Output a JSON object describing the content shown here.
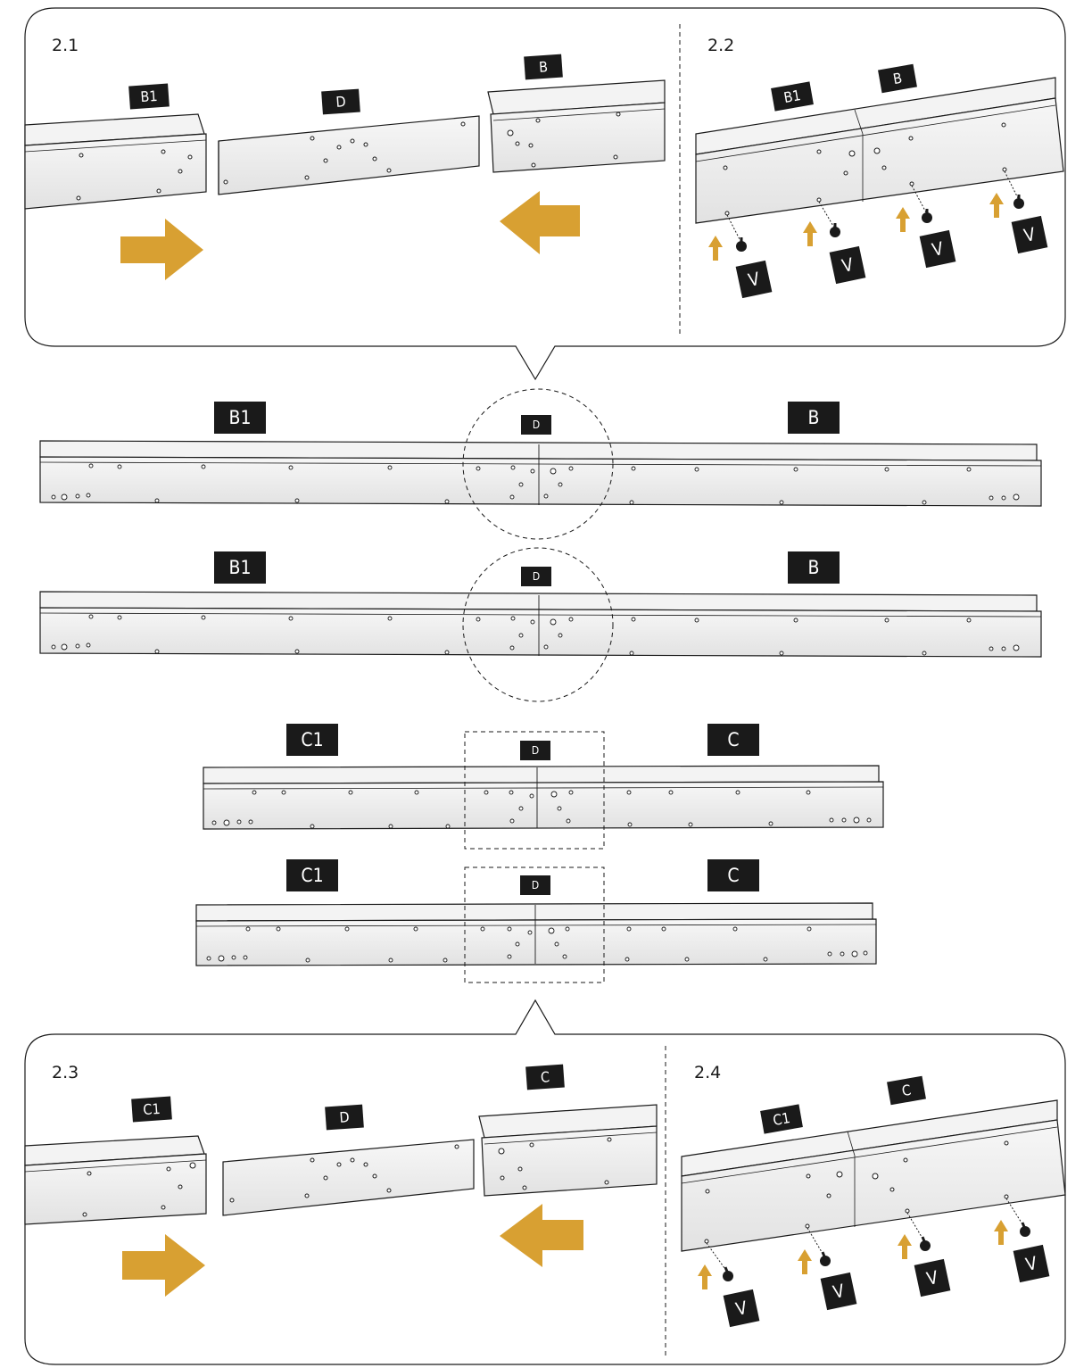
{
  "colors": {
    "accent_arrow": "#d8a032",
    "label_bg": "#1a1a1a",
    "label_text": "#ffffff",
    "line": "#1a1a1a",
    "metal_fill": "#ededed"
  },
  "steps": {
    "s21": "2.1",
    "s22": "2.2",
    "s23": "2.3",
    "s24": "2.4"
  },
  "parts": {
    "b1": "B1",
    "b": "B",
    "c1": "C1",
    "c": "C",
    "d": "D",
    "v": "V"
  },
  "icons": [
    "arrow-right-icon",
    "arrow-left-icon",
    "arrow-up-icon",
    "screw-icon"
  ]
}
